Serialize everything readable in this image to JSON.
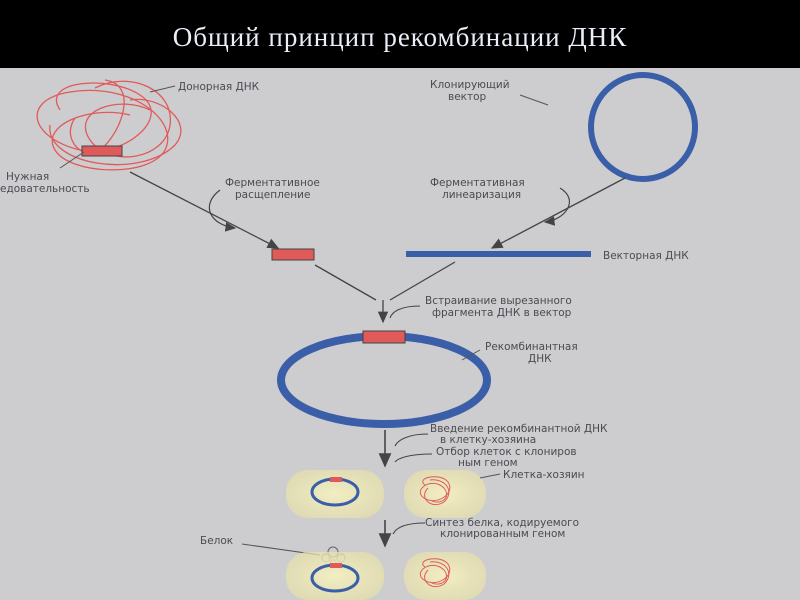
{
  "title": "Общий  принцип  рекомбинации  ДНК",
  "labels": {
    "donor_dna": "Донорная ДНК",
    "needed_seq_1": "Нужная",
    "needed_seq_2": "едовательность",
    "enzymatic_cleavage_1": "Ферментативное",
    "enzymatic_cleavage_2": "расщепление",
    "cloning_vector_1": "Клонирующий",
    "cloning_vector_2": "вектор",
    "enzymatic_linearization_1": "Ферментативная",
    "enzymatic_linearization_2": "линеаризация",
    "vector_dna": "Векторная ДНК",
    "insertion_1": "Встраивание вырезанного",
    "insertion_2": "фрагмента ДНК в вектор",
    "recombinant_dna_1": "Рекомбинантная",
    "recombinant_dna_2": "ДНК",
    "introduction_1": "Введение рекомбинантной ДНК",
    "introduction_2": "в клетку-хозяина",
    "selection_1": "Отбор клеток с клониров",
    "selection_2": "ным геном",
    "host_cell": "Клетка-хозяин",
    "protein_synthesis_1": "Синтез белка, кодируемого",
    "protein_synthesis_2": "клонированным геном",
    "protein": "Белок"
  },
  "colors": {
    "title_bg": "#000000",
    "title_text": "#e9eef8",
    "panel_bg": "#cdcdcf",
    "vector_blue": "#3a5fa8",
    "insert_red": "#e05a5a",
    "cell_yellow": "#efe9b0",
    "arrow": "#444444"
  }
}
